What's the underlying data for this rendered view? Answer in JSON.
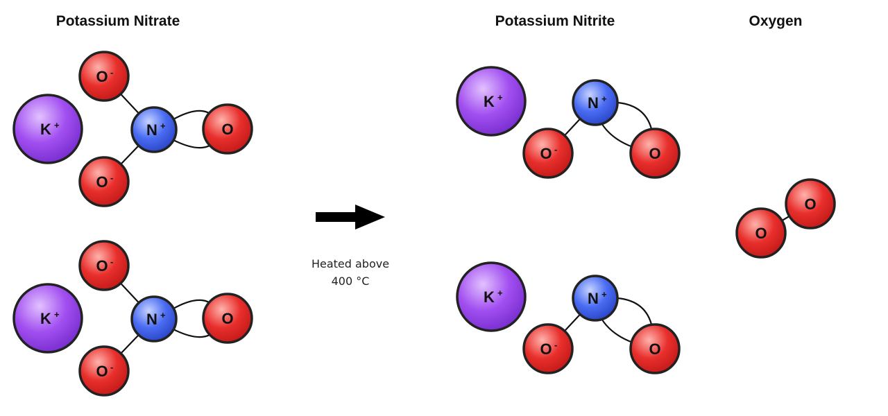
{
  "titles": {
    "reactant": "Potassium Nitrate",
    "product_1": "Potassium Nitrite",
    "product_2": "Oxygen"
  },
  "arrow": {
    "caption_line_1": "Heated above",
    "caption_line_2": "400 °C"
  },
  "atoms": {
    "potassium": {
      "symbol": "K",
      "charge": "+"
    },
    "nitrogen": {
      "symbol": "N",
      "charge": "+"
    },
    "oxygen_anion": {
      "symbol": "O",
      "charge": "-"
    },
    "oxygen": {
      "symbol": "O",
      "charge": ""
    }
  },
  "colors": {
    "potassium": "#a24ff0",
    "nitrogen": "#4a6cf2",
    "oxygen": "#e82f2c",
    "outline": "#222222",
    "arrow": "#000000"
  }
}
